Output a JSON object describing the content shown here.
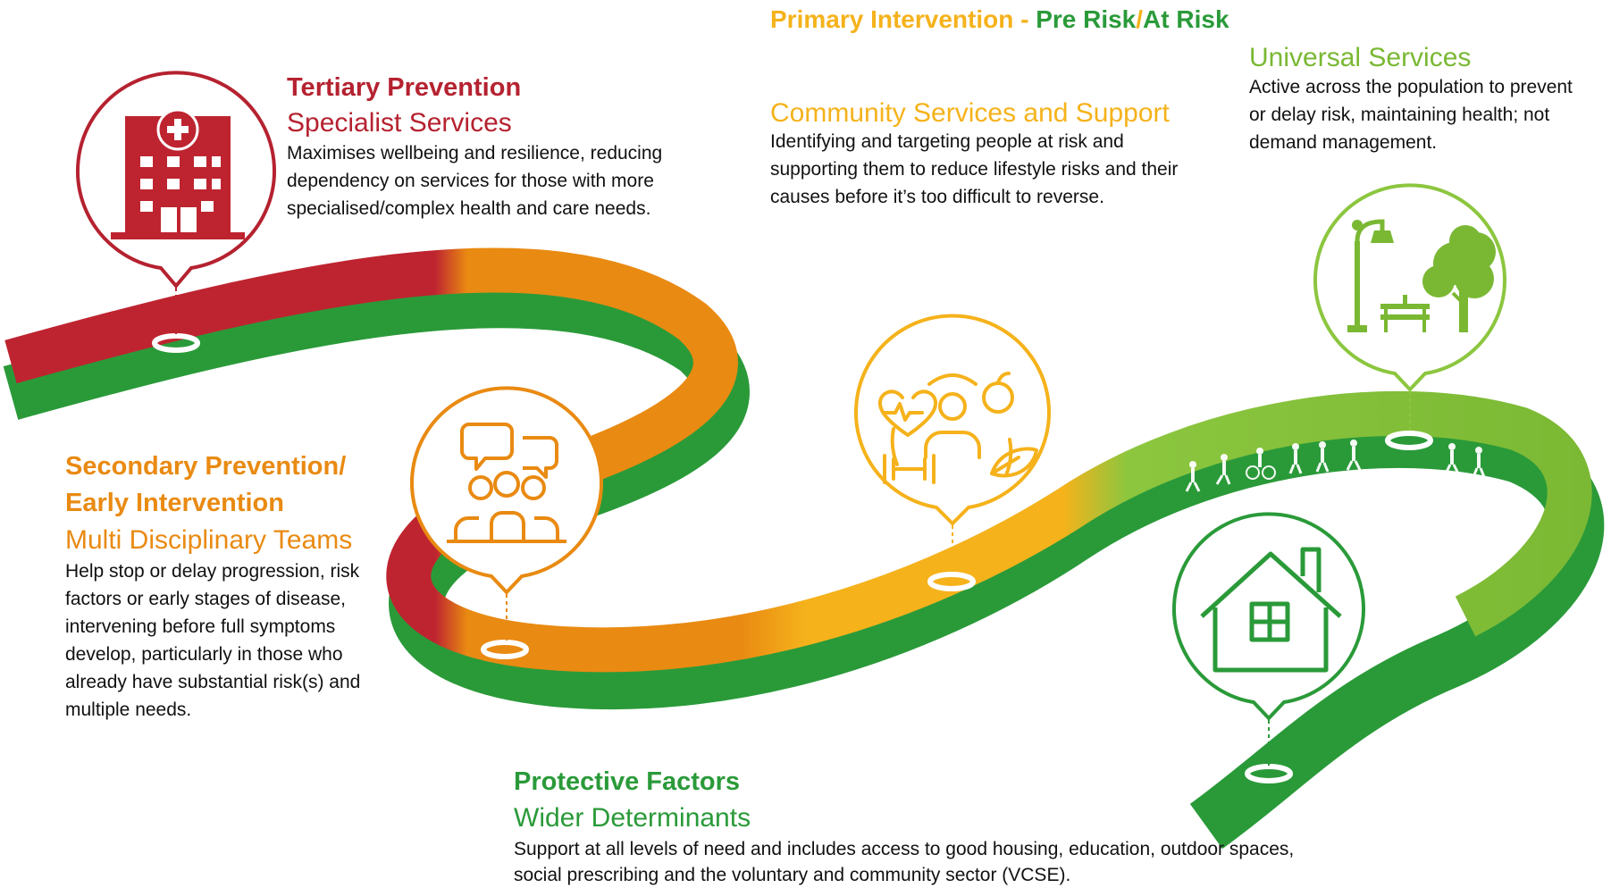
{
  "header": {
    "primary_prefix": "Primary Intervention - ",
    "primary_pre": "Pre Risk",
    "primary_slash": "/",
    "primary_at": "At Risk"
  },
  "tertiary": {
    "title": "Tertiary Prevention",
    "subtitle": "Specialist Services",
    "body": "Maximises wellbeing and resilience, reducing dependency on services for those with more specialised/complex health and care needs."
  },
  "secondary": {
    "title_line1": "Secondary Prevention/",
    "title_line2": "Early Intervention",
    "subtitle": "Multi Disciplinary Teams",
    "body": "Help stop or delay progression, risk factors or early stages of disease, intervening before full symptoms develop, particularly in those who already have substantial risk(s) and multiple needs."
  },
  "community": {
    "title": "Community Services and Support",
    "body": "Identifying and targeting people at risk and supporting them to reduce lifestyle risks and their causes before it’s too difficult to reverse."
  },
  "universal": {
    "title": "Universal Services",
    "body": "Active across the population to prevent or delay risk, maintaining health; not demand management."
  },
  "protective": {
    "title": "Protective Factors",
    "subtitle": "Wider Determinants",
    "body": "Support at all levels of need and includes access to good housing, education, outdoor spaces, social prescribing and the voluntary and community sector (VCSE)."
  },
  "icons": [
    "hospital-icon",
    "team-chat-icon",
    "lifestyle-health-icon",
    "park-icon",
    "house-icon",
    "active-people-icon"
  ],
  "colors": {
    "red": "#b52230",
    "orange": "#e98a12",
    "amber": "#f5b21b",
    "green": "#2a9a39",
    "light_green": "#7ab833"
  }
}
